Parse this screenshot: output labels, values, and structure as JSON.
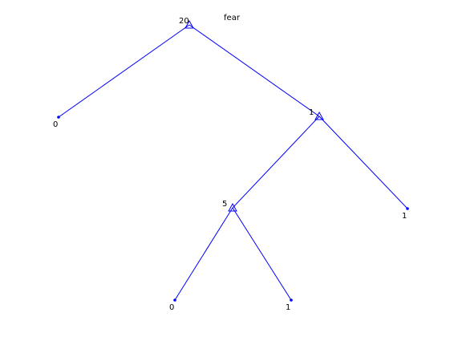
{
  "title": "fear",
  "colors": {
    "edge": "#0000ff",
    "node": "#0000ff",
    "text": "#000000",
    "background": "#ffffff"
  },
  "tree": {
    "nodes": [
      {
        "id": "n20",
        "label": "20",
        "kind": "split",
        "icon": "triangle-node-icon"
      },
      {
        "id": "l0a",
        "label": "0",
        "kind": "leaf",
        "icon": "dot-node-icon"
      },
      {
        "id": "n1",
        "label": "1",
        "kind": "split",
        "icon": "triangle-node-icon"
      },
      {
        "id": "n5",
        "label": "5",
        "kind": "split",
        "icon": "triangle-node-icon"
      },
      {
        "id": "l1a",
        "label": "1",
        "kind": "leaf",
        "icon": "dot-node-icon"
      },
      {
        "id": "l0b",
        "label": "0",
        "kind": "leaf",
        "icon": "dot-node-icon"
      },
      {
        "id": "l1b",
        "label": "1",
        "kind": "leaf",
        "icon": "dot-node-icon"
      }
    ],
    "edges": [
      {
        "from": "n20",
        "to": "l0a"
      },
      {
        "from": "n20",
        "to": "n1"
      },
      {
        "from": "n1",
        "to": "n5"
      },
      {
        "from": "n1",
        "to": "l1a"
      },
      {
        "from": "n5",
        "to": "l0b"
      },
      {
        "from": "n5",
        "to": "l1b"
      }
    ]
  }
}
